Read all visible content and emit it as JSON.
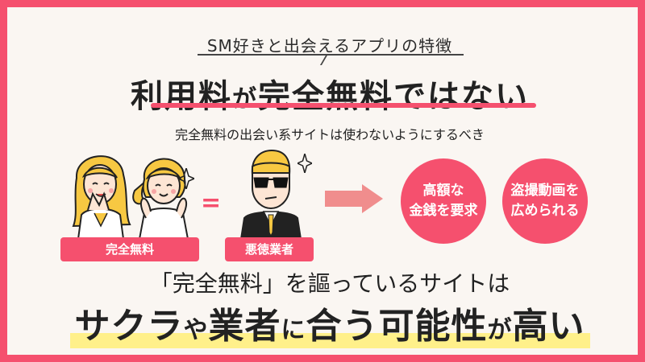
{
  "header": {
    "subtitle": "SM好きと出会えるアプリの特徴",
    "headline_a": "利用料",
    "headline_b": "が",
    "headline_c": "完全無料",
    "headline_d": "ではない",
    "description": "完全無料の出会い系サイトは使わないようにするべき"
  },
  "illustration": {
    "free_label": "完全無料",
    "equals": "=",
    "vendor_label": "悪徳業者"
  },
  "consequences": [
    {
      "line1": "高額な",
      "line2": "金銭を要求"
    },
    {
      "line1": "盗撮動画を",
      "line2": "広められる"
    }
  ],
  "footer": {
    "line1": "「完全無料」を謳っているサイトは",
    "line2_a": "サクラ",
    "line2_b": "や",
    "line2_c": "業者",
    "line2_d": "に",
    "line2_e": "合う可能性",
    "line2_f": "が",
    "line2_g": "高い"
  },
  "colors": {
    "accent": "#f5506e",
    "arrow": "#f08d8d",
    "highlight": "#fff08a"
  },
  "icons": [
    "woman-clapping-icon",
    "woman-excited-icon",
    "sunglasses-man-icon",
    "sparkle-icon"
  ]
}
